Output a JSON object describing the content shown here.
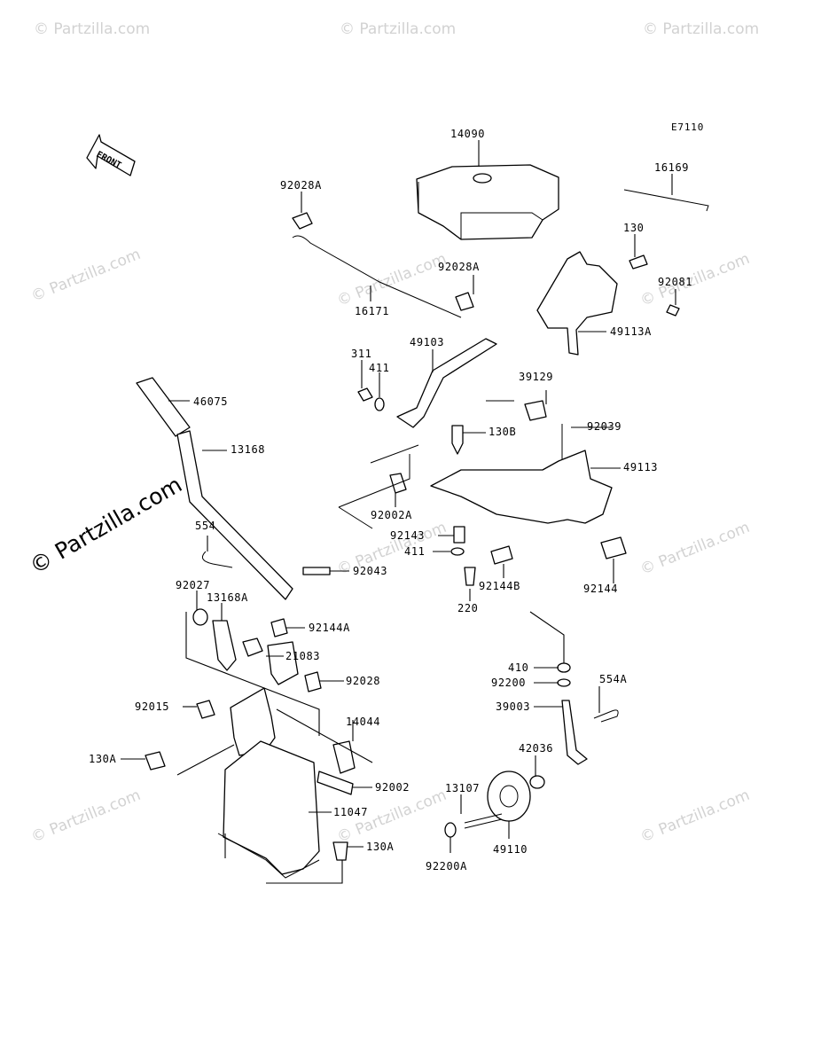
{
  "reference_code": "E7110",
  "front_label": "FRONT",
  "watermark_text": "© Partzilla.com",
  "parts": {
    "p14090": "14090",
    "p16169": "16169",
    "p92028A_top": "92028A",
    "p130": "130",
    "p92028A_mid": "92028A",
    "p92081": "92081",
    "p16171": "16171",
    "p49113A": "49113A",
    "p49103": "49103",
    "p311": "311",
    "p411_top": "411",
    "p39129": "39129",
    "p46075": "46075",
    "p130B": "130B",
    "p92039": "92039",
    "p13168": "13168",
    "p49113": "49113",
    "p92002A": "92002A",
    "p554": "554",
    "p92143": "92143",
    "p411_mid": "411",
    "p92043": "92043",
    "p92144B": "92144B",
    "p92144": "92144",
    "p92027": "92027",
    "p13168A": "13168A",
    "p220": "220",
    "p92144A": "92144A",
    "p21083": "21083",
    "p410": "410",
    "p92028": "92028",
    "p92200": "92200",
    "p554A": "554A",
    "p92015": "92015",
    "p39003": "39003",
    "p14044": "14044",
    "p42036": "42036",
    "p130A_left": "130A",
    "p92002": "92002",
    "p13107": "13107",
    "p11047": "11047",
    "p130A_bottom": "130A",
    "p49110": "49110",
    "p92200A": "92200A"
  },
  "colors": {
    "line": "#000000",
    "watermark": "#d2d2d2",
    "background": "#ffffff"
  }
}
